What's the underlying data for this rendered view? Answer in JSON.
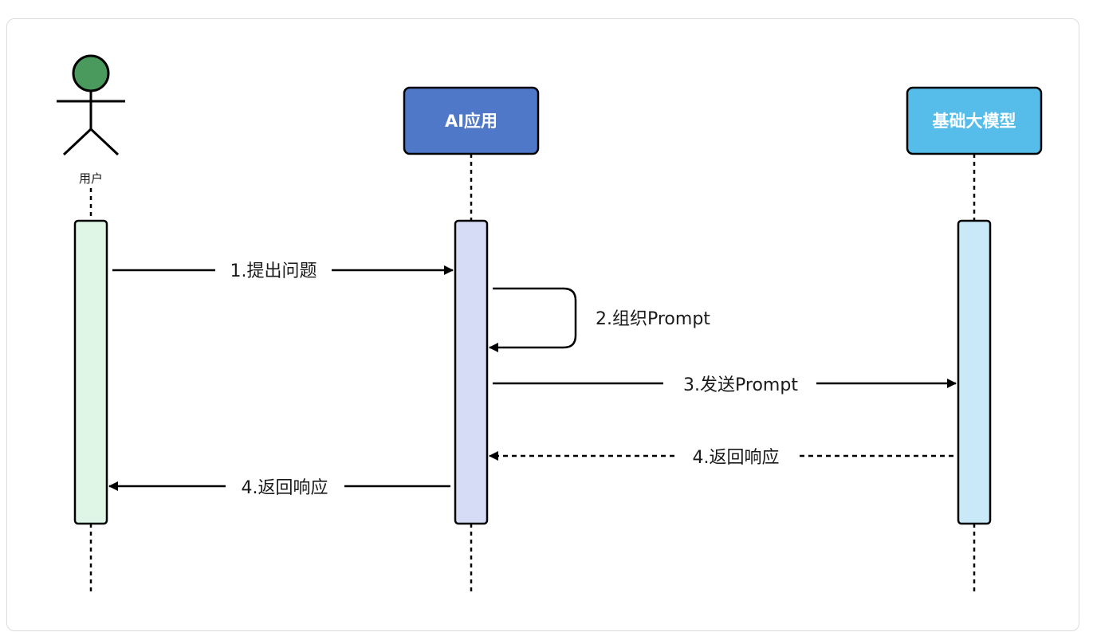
{
  "actors": {
    "user": {
      "label": "用户",
      "head_color": "#4a9a5e"
    },
    "app": {
      "label": "AI应用",
      "fill": "#4f78c8",
      "activation_fill": "#d6dcf5"
    },
    "model": {
      "label": "基础大模型",
      "fill": "#56bce9",
      "activation_fill": "#c9e9f8"
    }
  },
  "user_activation_fill": "#dff5e5",
  "messages": {
    "m1": "1.提出问题",
    "m2": "2.组织Prompt",
    "m3": "3.发送Prompt",
    "m4a": "4.返回响应",
    "m4b": "4.返回响应"
  }
}
